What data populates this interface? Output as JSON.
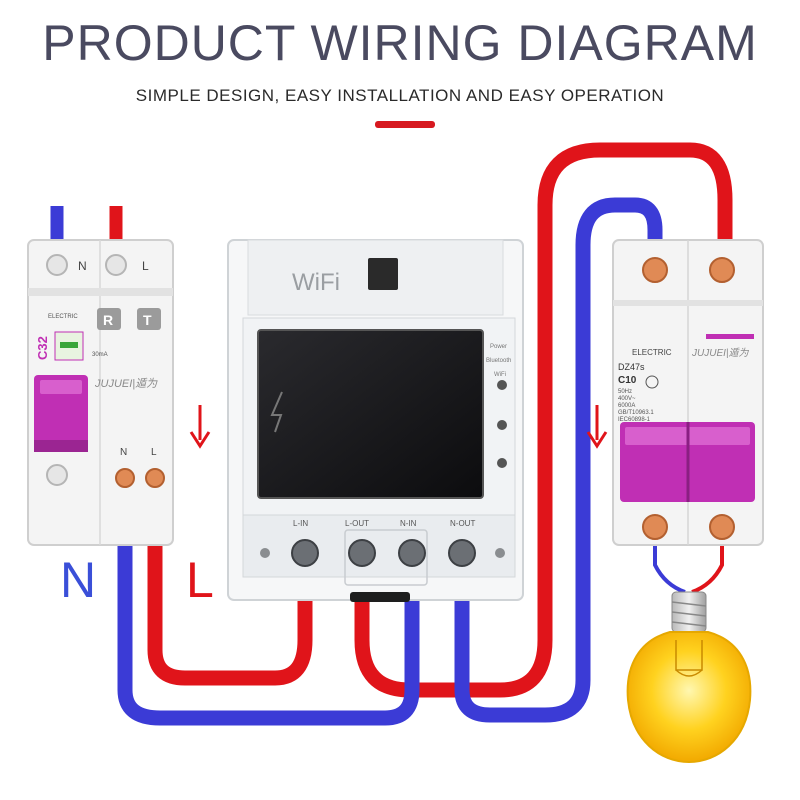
{
  "header": {
    "title": "PRODUCT WIRING DIAGRAM",
    "subtitle": "SIMPLE DESIGN, EASY INSTALLATION AND EASY OPERATION"
  },
  "colors": {
    "neutral_wire": "#3b3bd6",
    "live_wire": "#e0141a",
    "breaker_handle": "#c02fb4",
    "label_blue": "#3a4fd8",
    "label_red": "#e0141a"
  },
  "rcbo": {
    "top_labels": {
      "n": "N",
      "l": "L"
    },
    "buttons": {
      "r": "R",
      "t": "T"
    },
    "rating": "C32",
    "brand": "JUJUEI|遁为",
    "spec": "30mA",
    "bottom_labels": {
      "n": "N",
      "l": "L"
    }
  },
  "meter": {
    "wifi_label": "WiFi",
    "indicators": {
      "power": "Power",
      "bluetooth": "Bluetooth",
      "wifi": "WiFi"
    },
    "terminals": [
      "L-IN",
      "L-OUT",
      "N-IN",
      "N-OUT"
    ]
  },
  "mcb": {
    "brand_text": "ELECTRIC",
    "model": "DZ47s",
    "rating": "C10",
    "specs": [
      "50Hz",
      "400V~",
      "6000A",
      "GB/T10963.1",
      "IEC60898-1"
    ],
    "brand": "JUJUEI|遁为"
  },
  "rcbo_brand_text": "ELECTRIC",
  "wire_labels": {
    "neutral": "N",
    "live": "L"
  }
}
